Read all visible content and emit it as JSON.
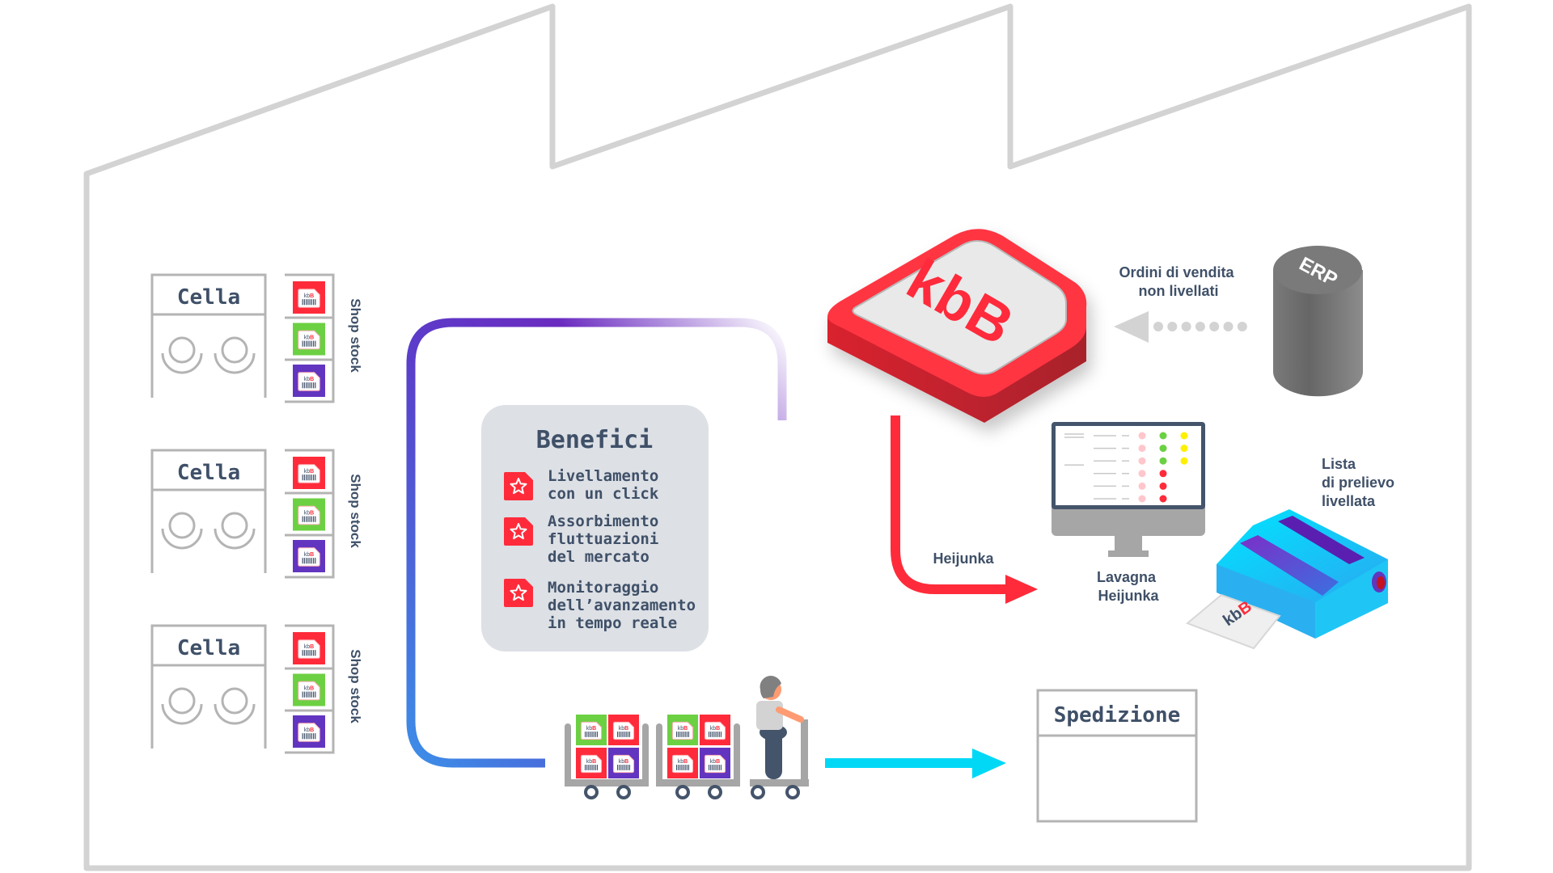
{
  "cells": [
    {
      "title": "Cella",
      "stock_label": "Shop stock",
      "cards": [
        "#ff2b3a",
        "#6cd043",
        "#6235c0"
      ]
    },
    {
      "title": "Cella",
      "stock_label": "Shop stock",
      "cards": [
        "#ff2b3a",
        "#6cd043",
        "#6235c0"
      ]
    },
    {
      "title": "Cella",
      "stock_label": "Shop stock",
      "cards": [
        "#ff2b3a",
        "#6cd043",
        "#6235c0"
      ]
    }
  ],
  "benefits": {
    "title": "Benefici",
    "items": [
      {
        "lines": [
          "Livellamento",
          "con un click"
        ]
      },
      {
        "lines": [
          "Assorbimento",
          "fluttuazioni",
          "del mercato"
        ]
      },
      {
        "lines": [
          "Monitoraggio",
          "dell’avanzamento",
          "in tempo reale"
        ]
      }
    ],
    "icon": "star-icon"
  },
  "logo": {
    "text": "kbB",
    "color": "#ff2b3a"
  },
  "erp": {
    "label": "ERP"
  },
  "orders": {
    "lines": [
      "Ordini di vendita",
      "non livellati"
    ]
  },
  "heijunka_arrow": {
    "label": "Heijunka"
  },
  "board": {
    "lines": [
      "Lavagna",
      "Heijunka"
    ],
    "rows": [
      [
        "#ffc6cc",
        "#6cd043",
        "#ffef00"
      ],
      [
        "#ffc6cc",
        "#6cd043",
        "#ffef00"
      ],
      [
        "#ffc6cc",
        "#6cd043",
        "#ffef00"
      ],
      [
        "#ffc6cc",
        "#ff2b3a",
        null
      ],
      [
        "#ffc6cc",
        "#ff2b3a",
        null
      ],
      [
        "#ffc6cc",
        "#ff2b3a",
        null
      ]
    ]
  },
  "printer": {
    "lines": [
      "Lista",
      "di prelievo",
      "livellata"
    ]
  },
  "carts": [
    [
      "#6cd043",
      "#ff2b3a",
      "#ff2b3a",
      "#6235c0"
    ],
    [
      "#6cd043",
      "#ff2b3a",
      "#ff2b3a",
      "#6235c0"
    ]
  ],
  "shipping": {
    "title": "Spedizione"
  },
  "card_text": "kb",
  "card_text_accent": "B",
  "colors": {
    "text": "#3f5068",
    "red": "#ff2b3a",
    "cyan": "#00d8f6",
    "purple": "#6235c0",
    "outline": "#d3d3d3"
  }
}
